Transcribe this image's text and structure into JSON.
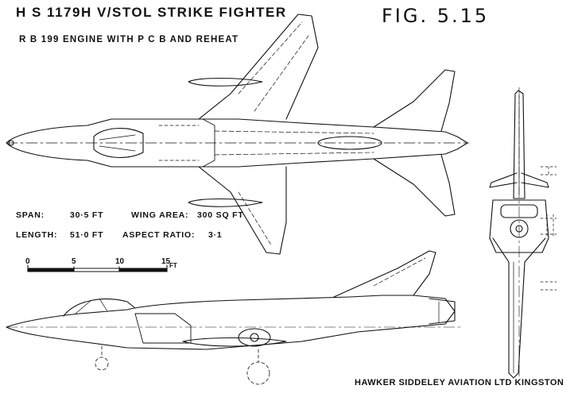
{
  "header": {
    "title": "H S 1179H  V/STOL  STRIKE FIGHTER",
    "subtitle": "R B 199   ENGINE WITH P C B AND REHEAT",
    "figure_label": "FIG. 5.15"
  },
  "specs": {
    "span_label": "SPAN:",
    "span_value": "30·5 FT",
    "wing_area_label": "WING AREA:",
    "wing_area_value": "300 SQ FT",
    "length_label": "LENGTH:",
    "length_value": "51·0 FT",
    "aspect_ratio_label": "ASPECT RATIO:",
    "aspect_ratio_value": "3·1"
  },
  "scale_bar": {
    "ticks": [
      "0",
      "5",
      "10",
      "15"
    ],
    "unit": "FT"
  },
  "footer": {
    "manufacturer": "HAWKER SIDDELEY AVIATION LTD KINGSTON"
  }
}
